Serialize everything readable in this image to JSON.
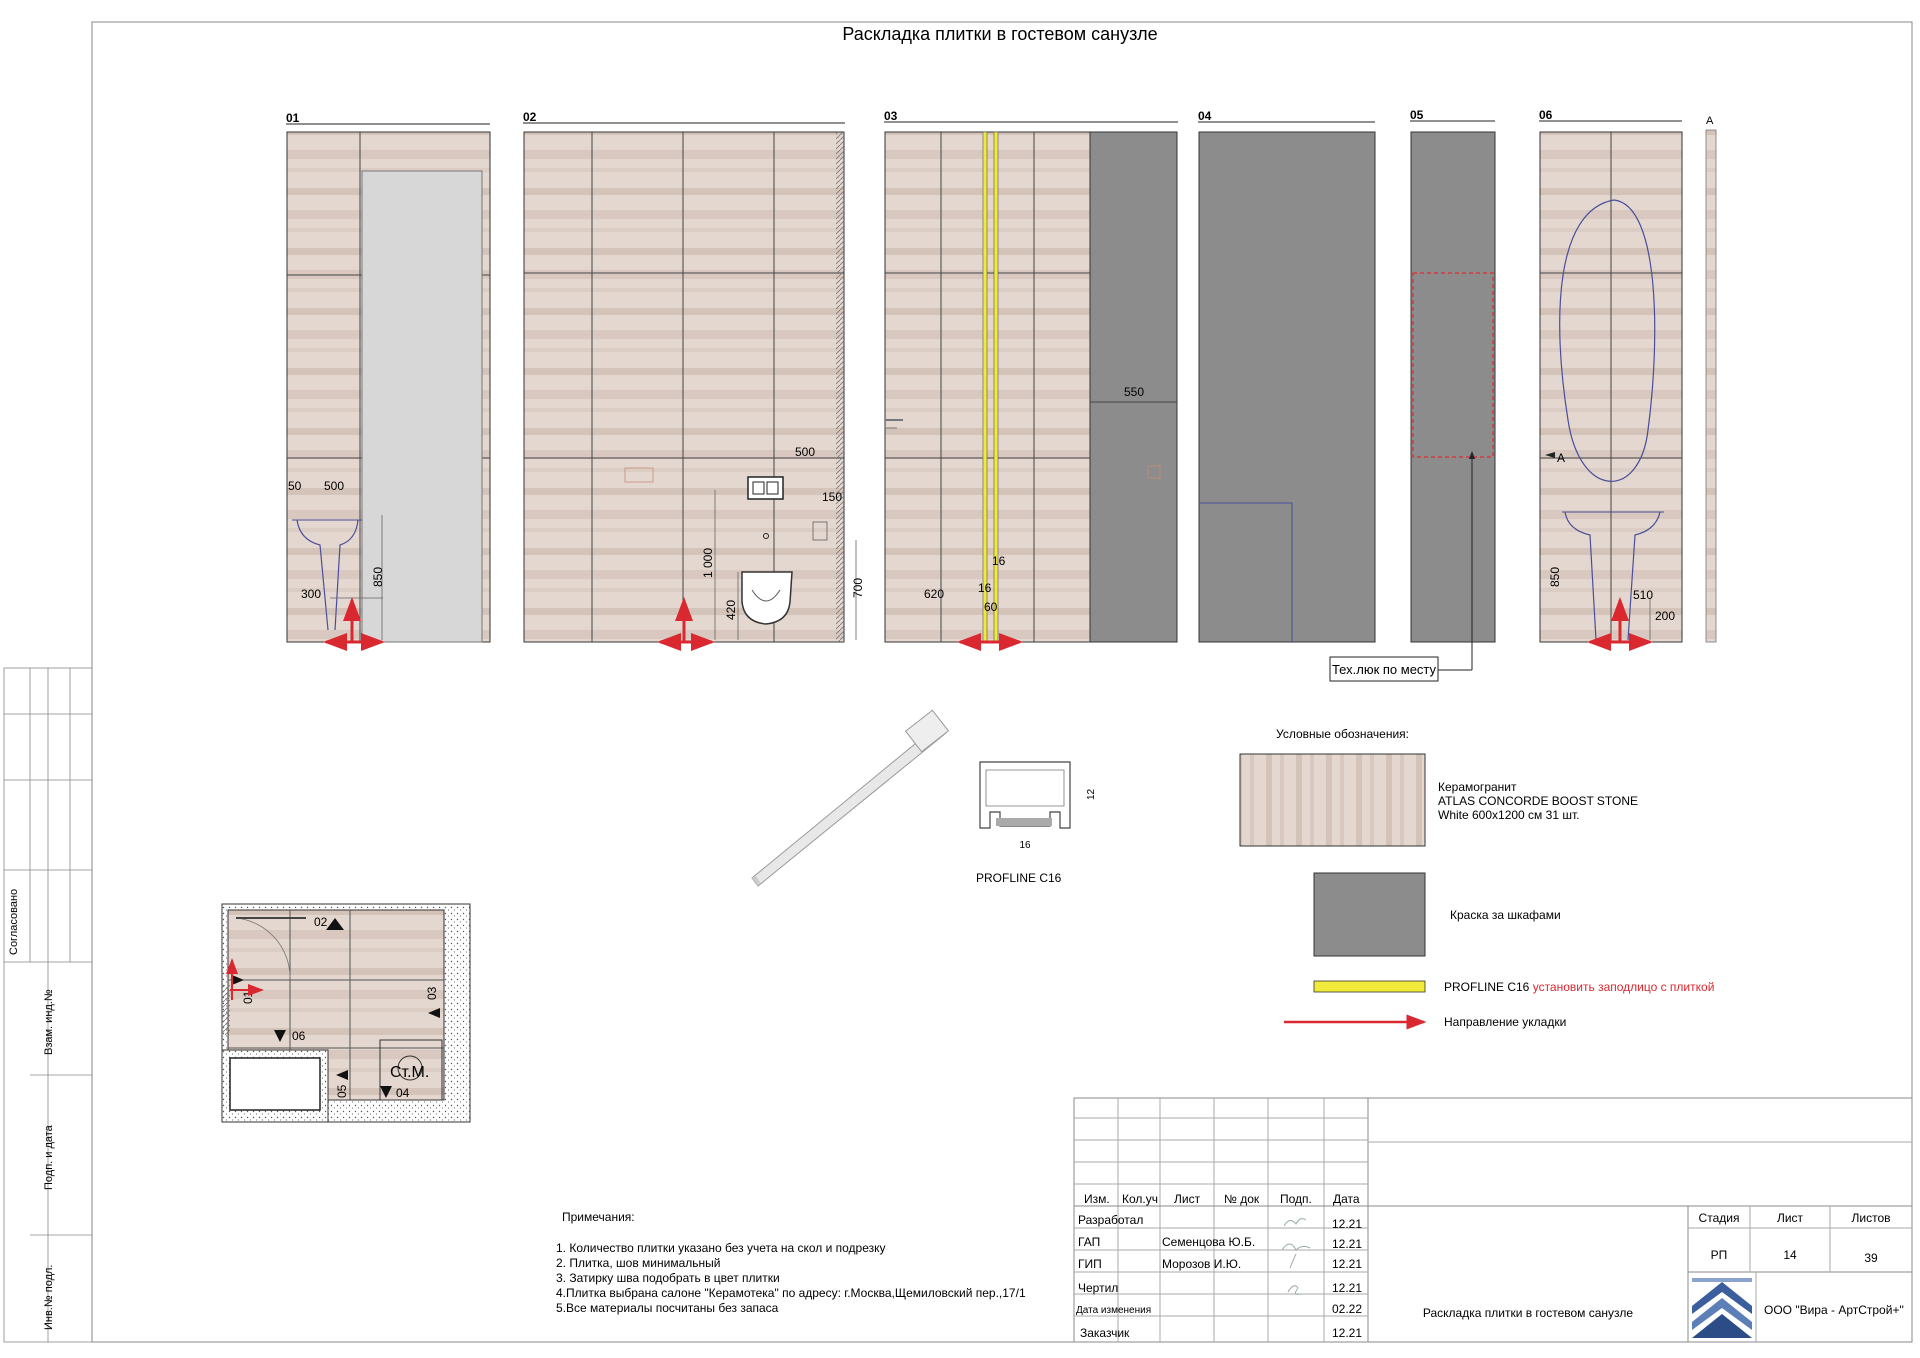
{
  "title": "Раскладка плитки в гостевом санузле",
  "elevations": [
    {
      "label": "01"
    },
    {
      "label": "02"
    },
    {
      "label": "03"
    },
    {
      "label": "04"
    },
    {
      "label": "05"
    },
    {
      "label": "06"
    }
  ],
  "section_mark": "A",
  "dimensions": {
    "e01": {
      "d50": "50",
      "d500": "500",
      "d300": "300",
      "d850": "850"
    },
    "e02": {
      "d500": "500",
      "d150": "150",
      "d1000": "1 000",
      "d420": "420",
      "d700": "700"
    },
    "e03": {
      "d550": "550",
      "d620": "620",
      "d16a": "16",
      "d16b": "16",
      "d60": "60"
    },
    "e06": {
      "d850": "850",
      "d510": "510",
      "d200": "200",
      "mark": "A"
    }
  },
  "hatch_callout": "Тех.люк по месту",
  "profile": {
    "name": "PROFLINE C16",
    "width": "16",
    "height": "12"
  },
  "legend": {
    "heading": "Условные обозначения:",
    "items": [
      {
        "lines": [
          "Керамогранит",
          "ATLAS CONCORDE BOOST STONE",
          "White 600x1200 см 31 шт."
        ]
      },
      {
        "text": "Краска за шкафами"
      },
      {
        "text": "PROFLINE C16",
        "note": "установить заподлицо с плиткой"
      },
      {
        "text": "Направление укладки"
      }
    ]
  },
  "plan": {
    "marks": [
      "02",
      "01",
      "03",
      "06",
      "05",
      "04"
    ],
    "fixture": "Ст.М."
  },
  "side_stamps": [
    "Согласовано",
    "Взам. инд.№",
    "Подп. и дата",
    "Инв.№ подл."
  ],
  "notes": {
    "heading": "Примечания:",
    "items": [
      "1. Количество плитки указано без учета на скол и подрезку",
      "2. Плитка, шов минимальный",
      "3. Затирку шва подобрать в цвет плитки",
      "4.Плитка выбрана салоне \"Керамотека\" по адресу: г.Москва,Щемиловский пер.,17/1",
      "5.Все материалы посчитаны без запаса"
    ]
  },
  "title_block": {
    "headers": [
      "Изм.",
      "Кол.уч",
      "Лист",
      "№ док",
      "Подп.",
      "Дата"
    ],
    "rows": [
      {
        "role": "Разработал",
        "name": "",
        "date": "12.21"
      },
      {
        "role": "ГАП",
        "name": "Семенцова Ю.Б.",
        "date": "12.21"
      },
      {
        "role": "ГИП",
        "name": "Морозов И.Ю.",
        "date": "12.21"
      },
      {
        "role": "Чертил",
        "name": "",
        "date": "12.21"
      },
      {
        "role": "Дата изменения",
        "name": "",
        "date": "02.22"
      },
      {
        "role": "Заказчик",
        "name": "",
        "date": "12.21"
      }
    ],
    "sheet_title": "Раскладка плитки в гостевом санузле",
    "stage_label": "Стадия",
    "stage": "РП",
    "sheet_label": "Лист",
    "sheet": "14",
    "sheets_label": "Листов",
    "sheets": "39",
    "company": "ООО \"Вира - АртСтрой+\""
  },
  "colors": {
    "tile": "#e2d4cc",
    "tile_band": "#d3c2b8",
    "paint": "#8c8c8c",
    "profile": "#f2ea3b",
    "arrow": "#d9282f",
    "note_red": "#d9282f",
    "logo": "#3b5e9c"
  }
}
